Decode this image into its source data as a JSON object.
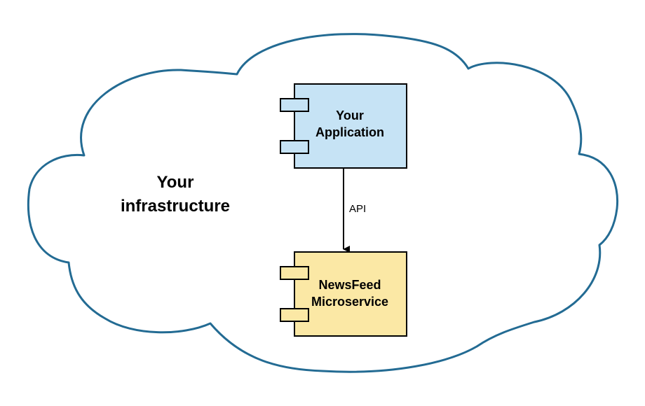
{
  "cloud": {
    "label_line1": "Your",
    "label_line2": "infrastructure",
    "stroke_color": "#236b93",
    "fill_color": "#ffffff"
  },
  "components": [
    {
      "id": "your-application",
      "label_line1": "Your",
      "label_line2": "Application",
      "fill_color": "#c6e3f5",
      "icon": "uml-component-icon"
    },
    {
      "id": "newsfeed-microservice",
      "label_line1": "NewsFeed",
      "label_line2": "Microservice",
      "fill_color": "#fbe8a5",
      "icon": "uml-component-icon"
    }
  ],
  "edge": {
    "label": "API",
    "from": "your-application",
    "to": "newsfeed-microservice"
  }
}
